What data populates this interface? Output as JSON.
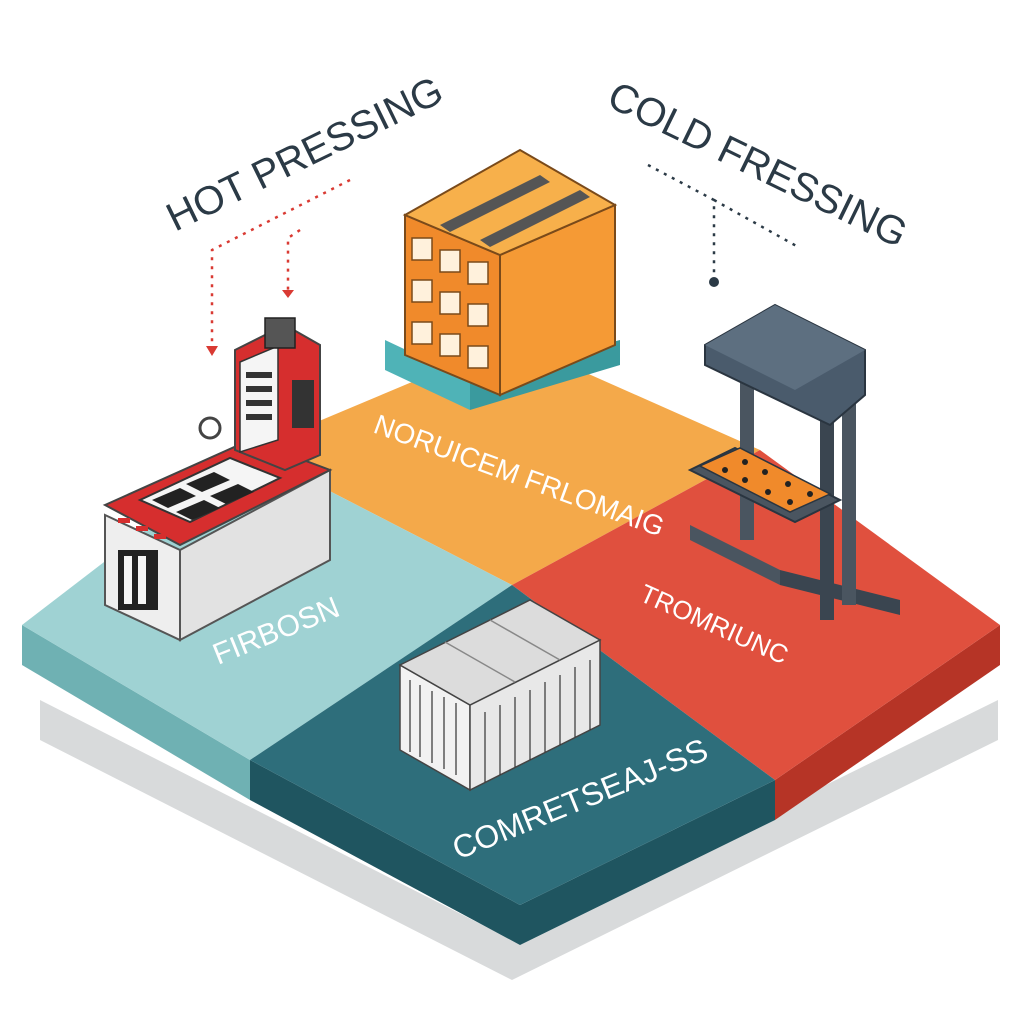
{
  "callouts": {
    "top_left": "HOT PRESSING",
    "top_right": "COLD FRESSING"
  },
  "quadrants": {
    "top": "NORUICEM FRLOMAIG",
    "left": "FIRBOSN",
    "right": "TROMRIUNC",
    "bottom": "COMRETSEAJ-SS"
  },
  "colors": {
    "quad_top": "#f4a94a",
    "quad_left": "#9fd2d3",
    "quad_right": "#e0503e",
    "quad_bottom": "#2e6e7b",
    "callout_text": "#2b3a46",
    "accent_red": "#d93a33",
    "accent_orange": "#f0912d"
  },
  "icons": [
    "hot-press-machine-icon",
    "orange-mold-box-icon",
    "cold-press-frame-icon",
    "compressed-block-icon"
  ]
}
